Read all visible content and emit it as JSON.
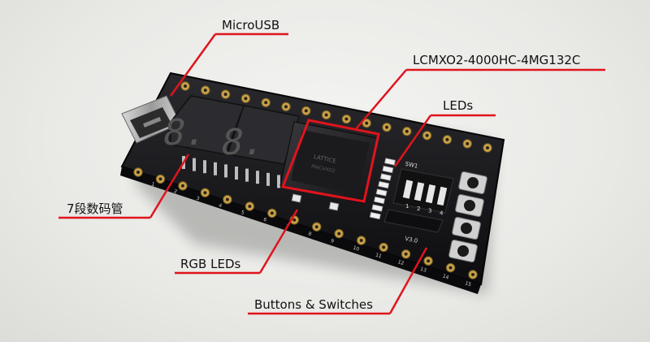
{
  "annotations": {
    "microusb": "MicroUSB",
    "fpga": "LCMXO2-4000HC-4MG132C",
    "leds": "LEDs",
    "seven_seg": "7段数码管",
    "rgb_leds": "RGB LEDs",
    "buttons_switches": "Buttons & Switches"
  },
  "colors": {
    "callout": "#e0141c",
    "pcb": "#17171a",
    "gold": "#c9a24a"
  },
  "silkscreen": {
    "sw": "SW1",
    "version": "V3.0",
    "dip_numbers": [
      "1",
      "2",
      "3",
      "4"
    ],
    "pin_numbers": [
      "1",
      "2",
      "3",
      "4",
      "5",
      "6",
      "7",
      "8",
      "9",
      "10",
      "11",
      "12",
      "13",
      "14",
      "15"
    ]
  }
}
